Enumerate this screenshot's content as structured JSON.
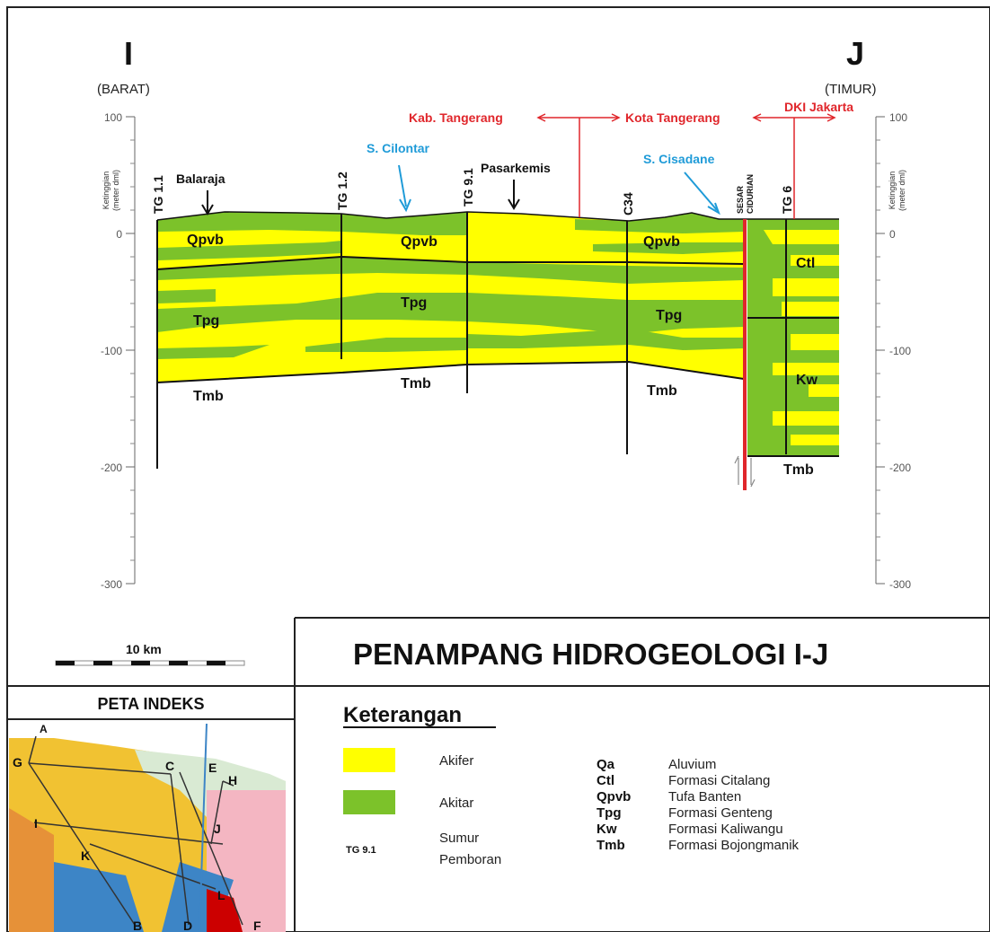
{
  "section": {
    "left_letter": "I",
    "right_letter": "J",
    "left_dir": "(BARAT)",
    "right_dir": "(TIMUR)",
    "axis_title": "Ketinggian",
    "axis_unit": "(meter dml)",
    "axis_ticks": [
      "100",
      "0",
      "-100",
      "-200",
      "-300"
    ],
    "wells": [
      "TG 1.1",
      "TG 1.2",
      "TG 9.1",
      "C34",
      "TG 6"
    ],
    "fault_label_1": "SESAR",
    "fault_label_2": "CIDURIAN",
    "places": {
      "balaraja": "Balaraja",
      "pasarkemis": "Pasarkemis"
    },
    "rivers": {
      "cilontar": "S. Cilontar",
      "cisadane": "S. Cisadane"
    },
    "admin": {
      "kab": "Kab. Tangerang",
      "kota": "Kota Tangerang",
      "dki": "DKI Jakarta"
    },
    "units": {
      "qpvb": "Qpvb",
      "tpg": "Tpg",
      "tmb": "Tmb",
      "ctl": "Ctl",
      "kw": "Kw"
    }
  },
  "scale_bar": "10 km",
  "title": "PENAMPANG HIDROGEOLOGI I-J",
  "index_map": {
    "title": "PETA INDEKS",
    "letters": [
      "A",
      "G",
      "C",
      "E",
      "H",
      "I",
      "J",
      "K",
      "L",
      "B",
      "D",
      "F"
    ]
  },
  "legend": {
    "heading": "Keterangan",
    "akifer": "Akifer",
    "akitar": "Akitar",
    "well_code": "TG 9.1",
    "well_label_1": "Sumur",
    "well_label_2": "Pemboran",
    "codes": [
      {
        "code": "Qa",
        "name": "Aluvium"
      },
      {
        "code": "Ctl",
        "name": "Formasi Citalang"
      },
      {
        "code": "Qpvb",
        "name": "Tufa Banten"
      },
      {
        "code": "Tpg",
        "name": "Formasi Genteng"
      },
      {
        "code": "Kw",
        "name": "Formasi Kaliwangu"
      },
      {
        "code": "Tmb",
        "name": "Formasi Bojongmanik"
      }
    ]
  },
  "colors": {
    "aquifer": "#ffff00",
    "aquitard": "#7cc22a",
    "red": "#e0262b",
    "blue": "#1f9bd8"
  }
}
